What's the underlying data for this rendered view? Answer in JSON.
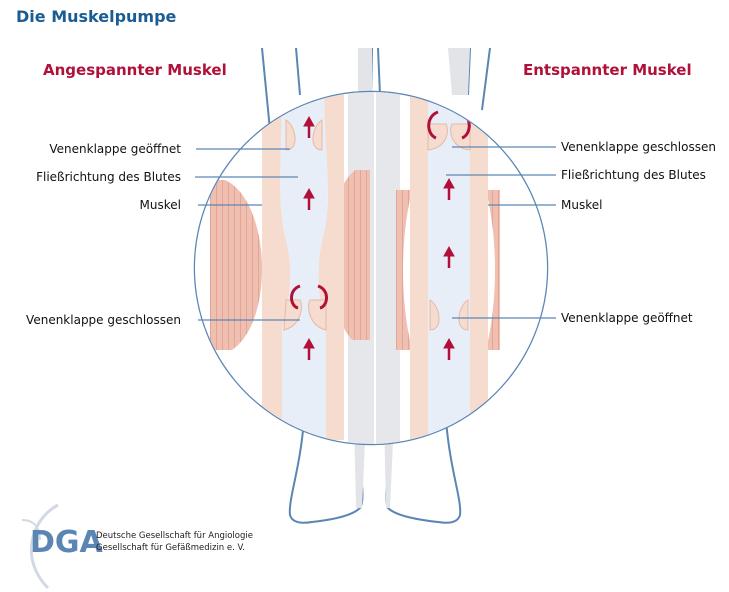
{
  "title": "Die Muskelpumpe",
  "left_panel": {
    "heading": "Angespannter Muskel",
    "labels": [
      "Venenklappe geöffnet",
      "Fließrichtung des Blutes",
      "Muskel",
      "Venenklappe geschlossen"
    ]
  },
  "right_panel": {
    "heading": "Entspannter Muskel",
    "labels": [
      "Venenklappe geschlossen",
      "Fließrichtung des Blutes",
      "Muskel",
      "Venenklappe geöffnet"
    ]
  },
  "logo": {
    "mark": "DGA",
    "line1": "Deutsche Gesellschaft für Angiologie",
    "line2": "Gesellschaft für Gefäßmedizin e. V."
  },
  "colors": {
    "title": "#1b5c93",
    "heading": "#b0103a",
    "arrow": "#b0103a",
    "vein_fill": "#e8eef8",
    "vessel_wall": "#f6dccf",
    "muscle": "#ecb3a3",
    "line": "#5b86b4"
  }
}
